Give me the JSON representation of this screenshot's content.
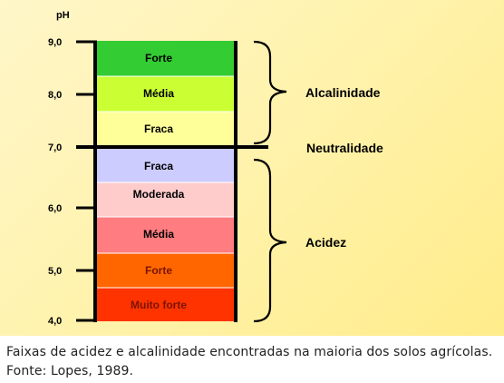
{
  "axis": {
    "label": "pH",
    "ticks": [
      "9,0",
      "8,0",
      "7,0",
      "6,0",
      "5,0",
      "4,0"
    ]
  },
  "bands": [
    {
      "label": "Forte",
      "color": "#33cc33"
    },
    {
      "label": "Média",
      "color": "#ccff33"
    },
    {
      "label": "Fraca",
      "color": "#ffff99"
    },
    {
      "label": "Fraca",
      "color": "#ccccff"
    },
    {
      "label": "Moderada",
      "color": "#ffcccc"
    },
    {
      "label": "Média",
      "color": "#ff7c80"
    },
    {
      "label": "Forte",
      "color": "#ff6600"
    },
    {
      "label": "Muito forte",
      "color": "#ff3300"
    }
  ],
  "groups": {
    "alkaline": "Alcalinidade",
    "neutral": "Neutralidade",
    "acidic": "Acidez"
  },
  "caption": "Faixas de acidez e alcalinidade encontradas na maioria dos solos agrícolas. Fonte: Lopes, 1989."
}
